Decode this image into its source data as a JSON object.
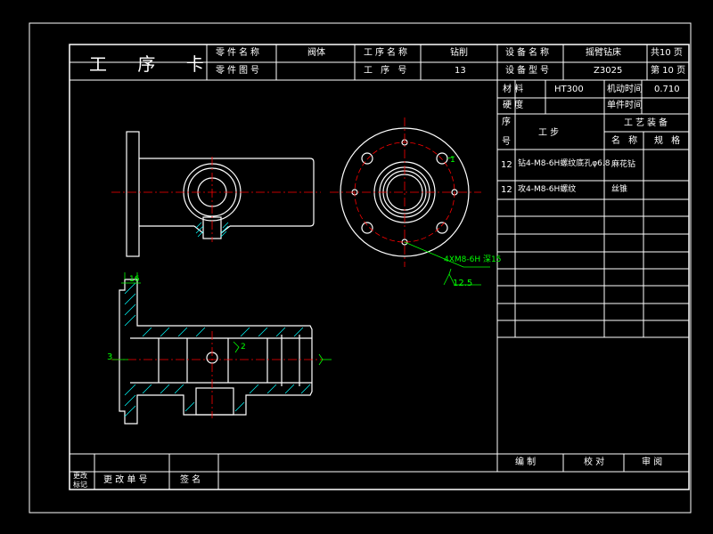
{
  "header": {
    "title": "工 序 卡",
    "part_name_label": "零件名称",
    "part_name": "阀体",
    "part_no_label": "零件图号",
    "op_name_label": "工序名称",
    "op_name": "钻削",
    "op_no_label": "工 序 号",
    "op_no": "13",
    "equip_name_label": "设备名称",
    "equip_name": "摇臂钻床",
    "equip_model_label": "设备型号",
    "equip_model": "Z3025",
    "total_pages": "共10 页",
    "page": "第 10 页"
  },
  "info": {
    "material_label": "材 料",
    "material": "HT300",
    "machine_time_label": "机动时间",
    "machine_time": "0.710",
    "hardness_label": "硬 度",
    "unit_time_label": "单件时间"
  },
  "steps": {
    "seq_label_top": "序",
    "seq_label_bottom": "号",
    "step_label": "工  步",
    "equip_label": "工艺装备",
    "name_label": "名 称",
    "spec_label": "规 格",
    "rows": [
      {
        "no": "12",
        "step": "钻4-M8-6H螺纹底孔φ6.8",
        "tool": "麻花钻"
      },
      {
        "no": "12",
        "step": "攻4-M8-6H螺纹",
        "tool": "丝锥"
      }
    ]
  },
  "footer": {
    "compile": "编  制",
    "check": "校  对",
    "audit": "审  阅",
    "change_mark_top": "更改",
    "change_mark_bottom": "标记",
    "change_no": "更 改 单 号",
    "signature": "签 名"
  },
  "drawing": {
    "thread_callout": "4XM8-6H 深15",
    "roughness": "12.5",
    "dim_16": "16",
    "dim_2": "2",
    "dim_3": "3",
    "mark_1": "1"
  },
  "colors": {
    "frame": "#ffffff",
    "centerline": "#ff0000",
    "dimension": "#00ff00",
    "hatch": "#00ffff"
  }
}
